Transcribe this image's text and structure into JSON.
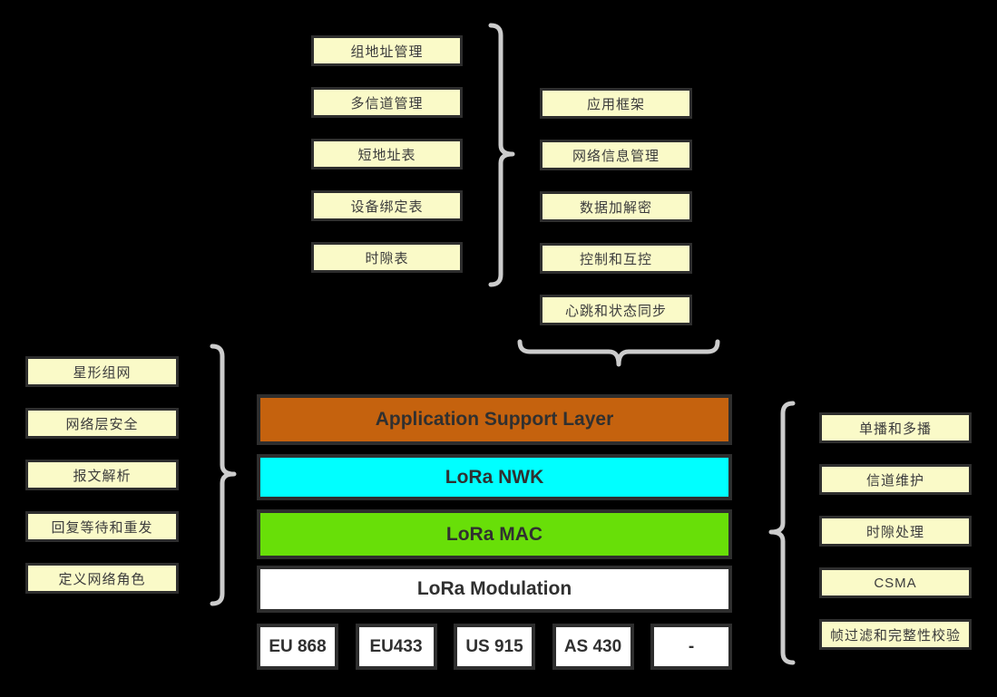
{
  "groups": {
    "top_left": {
      "items": [
        "组地址管理",
        "多信道管理",
        "短地址表",
        "设备绑定表",
        "时隙表"
      ]
    },
    "top_right": {
      "items": [
        "应用框架",
        "网络信息管理",
        "数据加解密",
        "控制和互控",
        "心跳和状态同步"
      ]
    },
    "mid_left": {
      "items": [
        "星形组网",
        "网络层安全",
        "报文解析",
        "回复等待和重发",
        "定义网络角色"
      ]
    },
    "mid_right": {
      "items": [
        "单播和多播",
        "信道维护",
        "时隙处理",
        "CSMA",
        "帧过滤和完整性校验"
      ]
    }
  },
  "stack": {
    "layers": [
      {
        "label": "Application Support Layer",
        "color": "#C5620E"
      },
      {
        "label": "LoRa NWK",
        "color": "#00FFFF"
      },
      {
        "label": "LoRa MAC",
        "color": "#68DF08"
      },
      {
        "label": "LoRa Modulation",
        "color": "#FFFFFF"
      }
    ],
    "regions": [
      "EU 868",
      "EU433",
      "US 915",
      "AS 430",
      "-"
    ]
  },
  "colors": {
    "background": "#000000",
    "feature_box_fill": "#FAFAC8",
    "box_border": "#2E2E2E",
    "brace": "#CCCCCC",
    "text": "#3C3C3C"
  }
}
